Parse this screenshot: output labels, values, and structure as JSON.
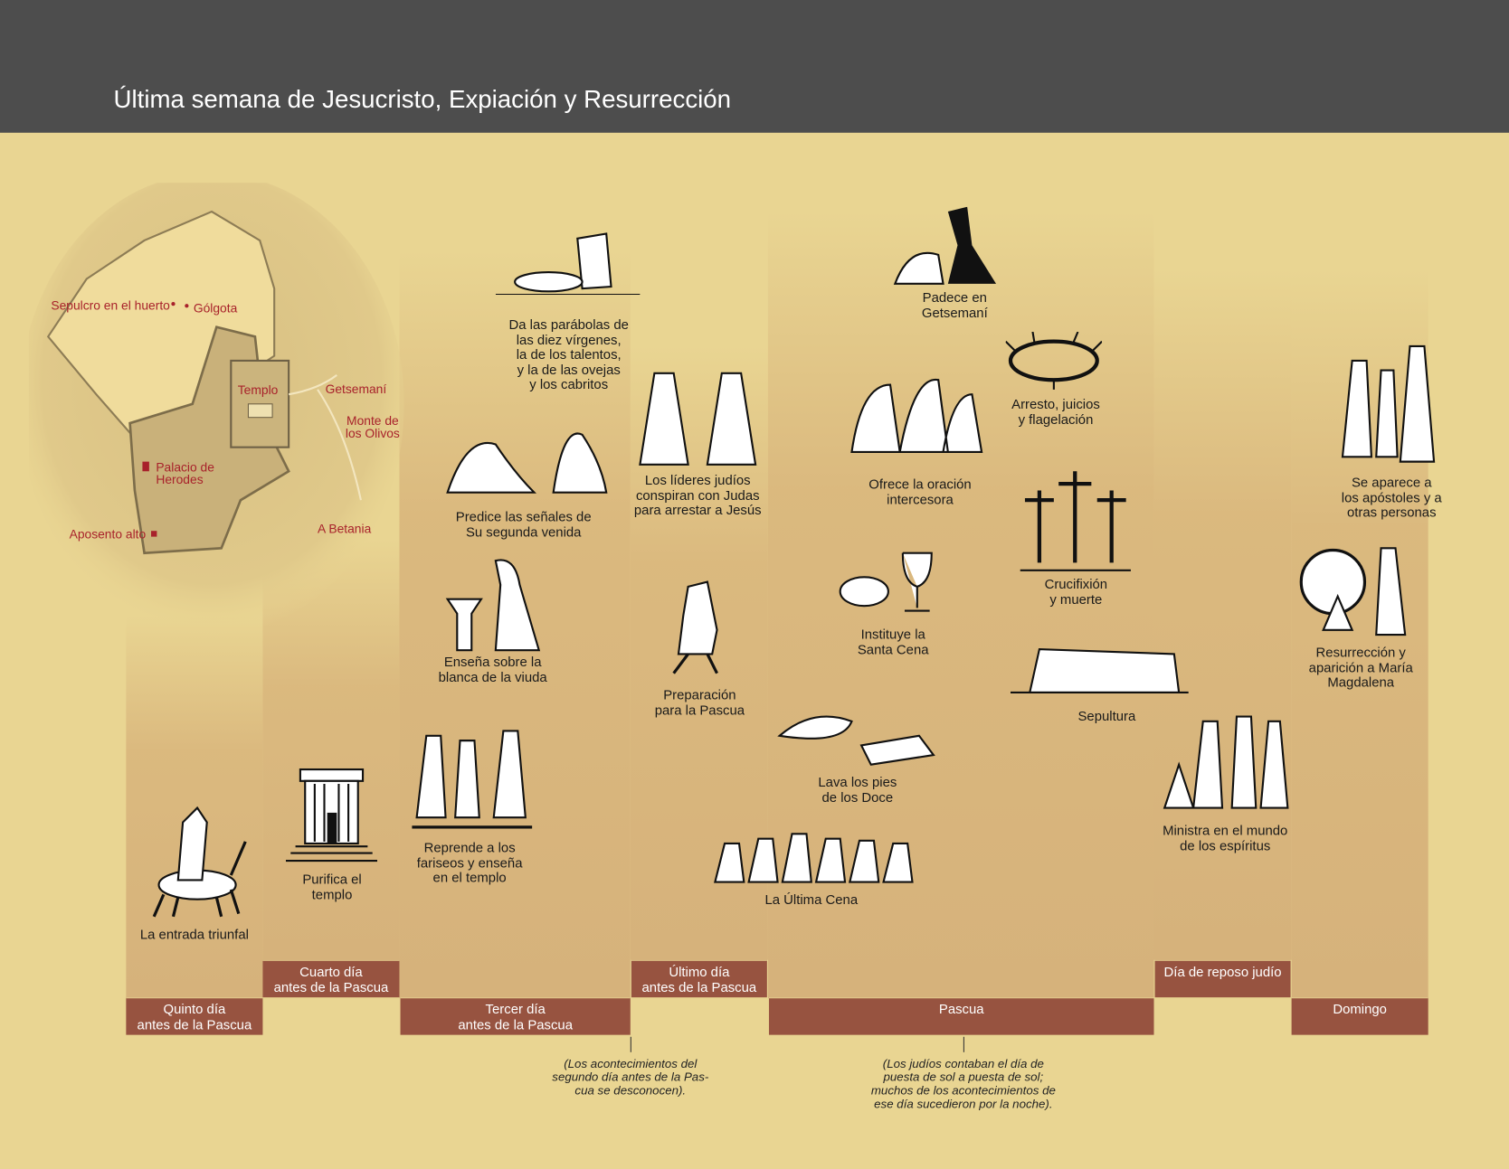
{
  "header": {
    "title": "Última semana de Jesucristo, Expiación y Resurrección"
  },
  "map": {
    "labels": {
      "sepulcro": "Sepulcro en el huerto",
      "golgota": "Gólgota",
      "templo": "Templo",
      "getsemani": "Getsemaní",
      "olivos": "Monte de\nlos Olivos",
      "palacio": "Palacio de\nHerodes",
      "aposento": "Aposento alto",
      "betania": "A Betania"
    }
  },
  "days": [
    "Quinto día\nantes de la Pascua",
    "Cuarto día\nantes de la Pascua",
    "Tercer día\nantes de la Pascua",
    "Último día\nantes de la Pascua",
    "Pascua",
    "Día de reposo judío",
    "Domingo"
  ],
  "events": {
    "entrada": "La entrada triunfal",
    "purifica": "Purifica el\ntemplo",
    "parabolas": "Da las parábolas de\nlas diez vírgenes,\nla de los talentos,\ny la de las ovejas\ny los cabritos",
    "senales": "Predice las señales de\nSu segunda venida",
    "viuda": "Enseña sobre la\nblanca de la viuda",
    "reprende": "Reprende a los\nfariseos y enseña\nen el templo",
    "conspiran": "Los líderes judíos\nconspiran con Judas\npara arrestar a Jesús",
    "preparacion": "Preparación\npara la Pascua",
    "getsemani": "Padece en\nGetsemaní",
    "oracion": "Ofrece la oración\nintercesora",
    "santa_cena": "Instituye la\nSanta Cena",
    "lava": "Lava los pies\nde los Doce",
    "ultima_cena": "La Última Cena",
    "arresto": "Arresto, juicios\ny flagelación",
    "crucifixion": "Crucifixión\ny muerte",
    "sepultura": "Sepultura",
    "ministra": "Ministra en el mundo\nde los espíritus",
    "aparece": "Se aparece a\nlos apóstoles y a\notras personas",
    "resurreccion": "Resurrección y\naparición a María\nMagdalena"
  },
  "notes": {
    "segundo": "(Los acontecimientos del\nsegundo día antes de la Pas-\ncua se desconocen).",
    "judios": "(Los judíos contaban el día de\npuesta de sol a puesta de sol;\nmuchos de los acontecimientos de\nese día sucedieron por la noche)."
  },
  "colors": {
    "header": "#4d4d4d",
    "background": "#e9d592",
    "day_bar": "#975340",
    "map_label": "#a8222b"
  }
}
